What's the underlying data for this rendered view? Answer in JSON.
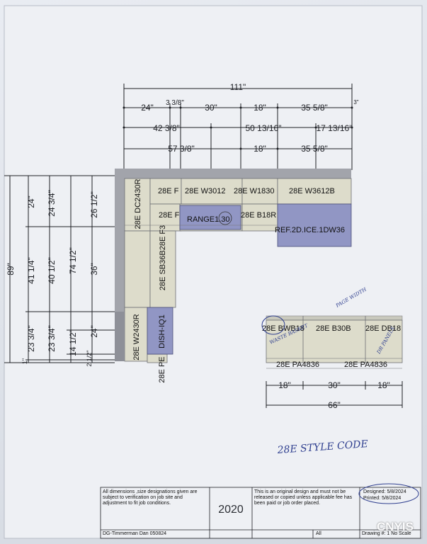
{
  "dims": {
    "top_total": "111\"",
    "row1": [
      "24\"",
      "3 3/8\"",
      "30\"",
      "18\"",
      "35 5/8\"",
      "3\""
    ],
    "row2": [
      "42 3/8\"",
      "50 13/16\"",
      "17 13/16\""
    ],
    "row3": [
      "57 3/8\"",
      "18\"",
      "35 5/8\""
    ],
    "left_total": "89\"",
    "col1": [
      "24\"",
      "41 1/4\"",
      "23 3/4\"",
      "1\""
    ],
    "col2": [
      "24 3/4\"",
      "40 1/2\"",
      "23 3/4\""
    ],
    "col3": [
      "74 1/2\"",
      "14 1/2\"",
      "2 1/2\""
    ],
    "col4": [
      "26 1/2\"",
      "36\"",
      "24\""
    ]
  },
  "cabinets": {
    "dc": "28E DC2430R",
    "f1": "28E F",
    "w3012": "28E W3012",
    "w1830": "28E W1830",
    "w3612": "28E W3612B",
    "f2": "28E F",
    "range": "RANGE1.30",
    "b18r": "28E B18R",
    "ref": "REF.2D.ICE.1DW36",
    "sb36": "28E SB36B28E F3",
    "dish": "DISH-IQ1",
    "w2430": "28E W2430R",
    "pe": "28E PE"
  },
  "island": {
    "labels": [
      "28E BWB18",
      "28E B30B",
      "28E DB18"
    ],
    "pa": [
      "28E PA4836",
      "28E PA4836"
    ],
    "dims": [
      "18\"",
      "30\"",
      "18\""
    ],
    "total": "66\""
  },
  "notes": {
    "style": "28E STYLE CODE",
    "page_width": "PAGE WIDTH",
    "waste": "WASTE BASKET",
    "drawer": "DR PANELS"
  },
  "title_block": {
    "disclaimer": "All dimensions ,size designations given are subject to verification on job site and adjustment to fit job conditions.",
    "logo": "2020",
    "original": "This is an original design and must not be released or copied unless applicable fee has been paid or job order placed.",
    "designed": "Designed: 5/8/2024",
    "printed": "Printed: 5/8/2024",
    "drawing_name": "DG-Timmerman Dan 050824",
    "all": "All",
    "drawing_no": "Drawing #: 1 No Scale",
    "watermark": "CNYIS"
  },
  "colors": {
    "cabinet": "#dddccb",
    "appliance": "#9196c4",
    "wall": "#a2a4ab",
    "ink": "#1d1f24"
  }
}
